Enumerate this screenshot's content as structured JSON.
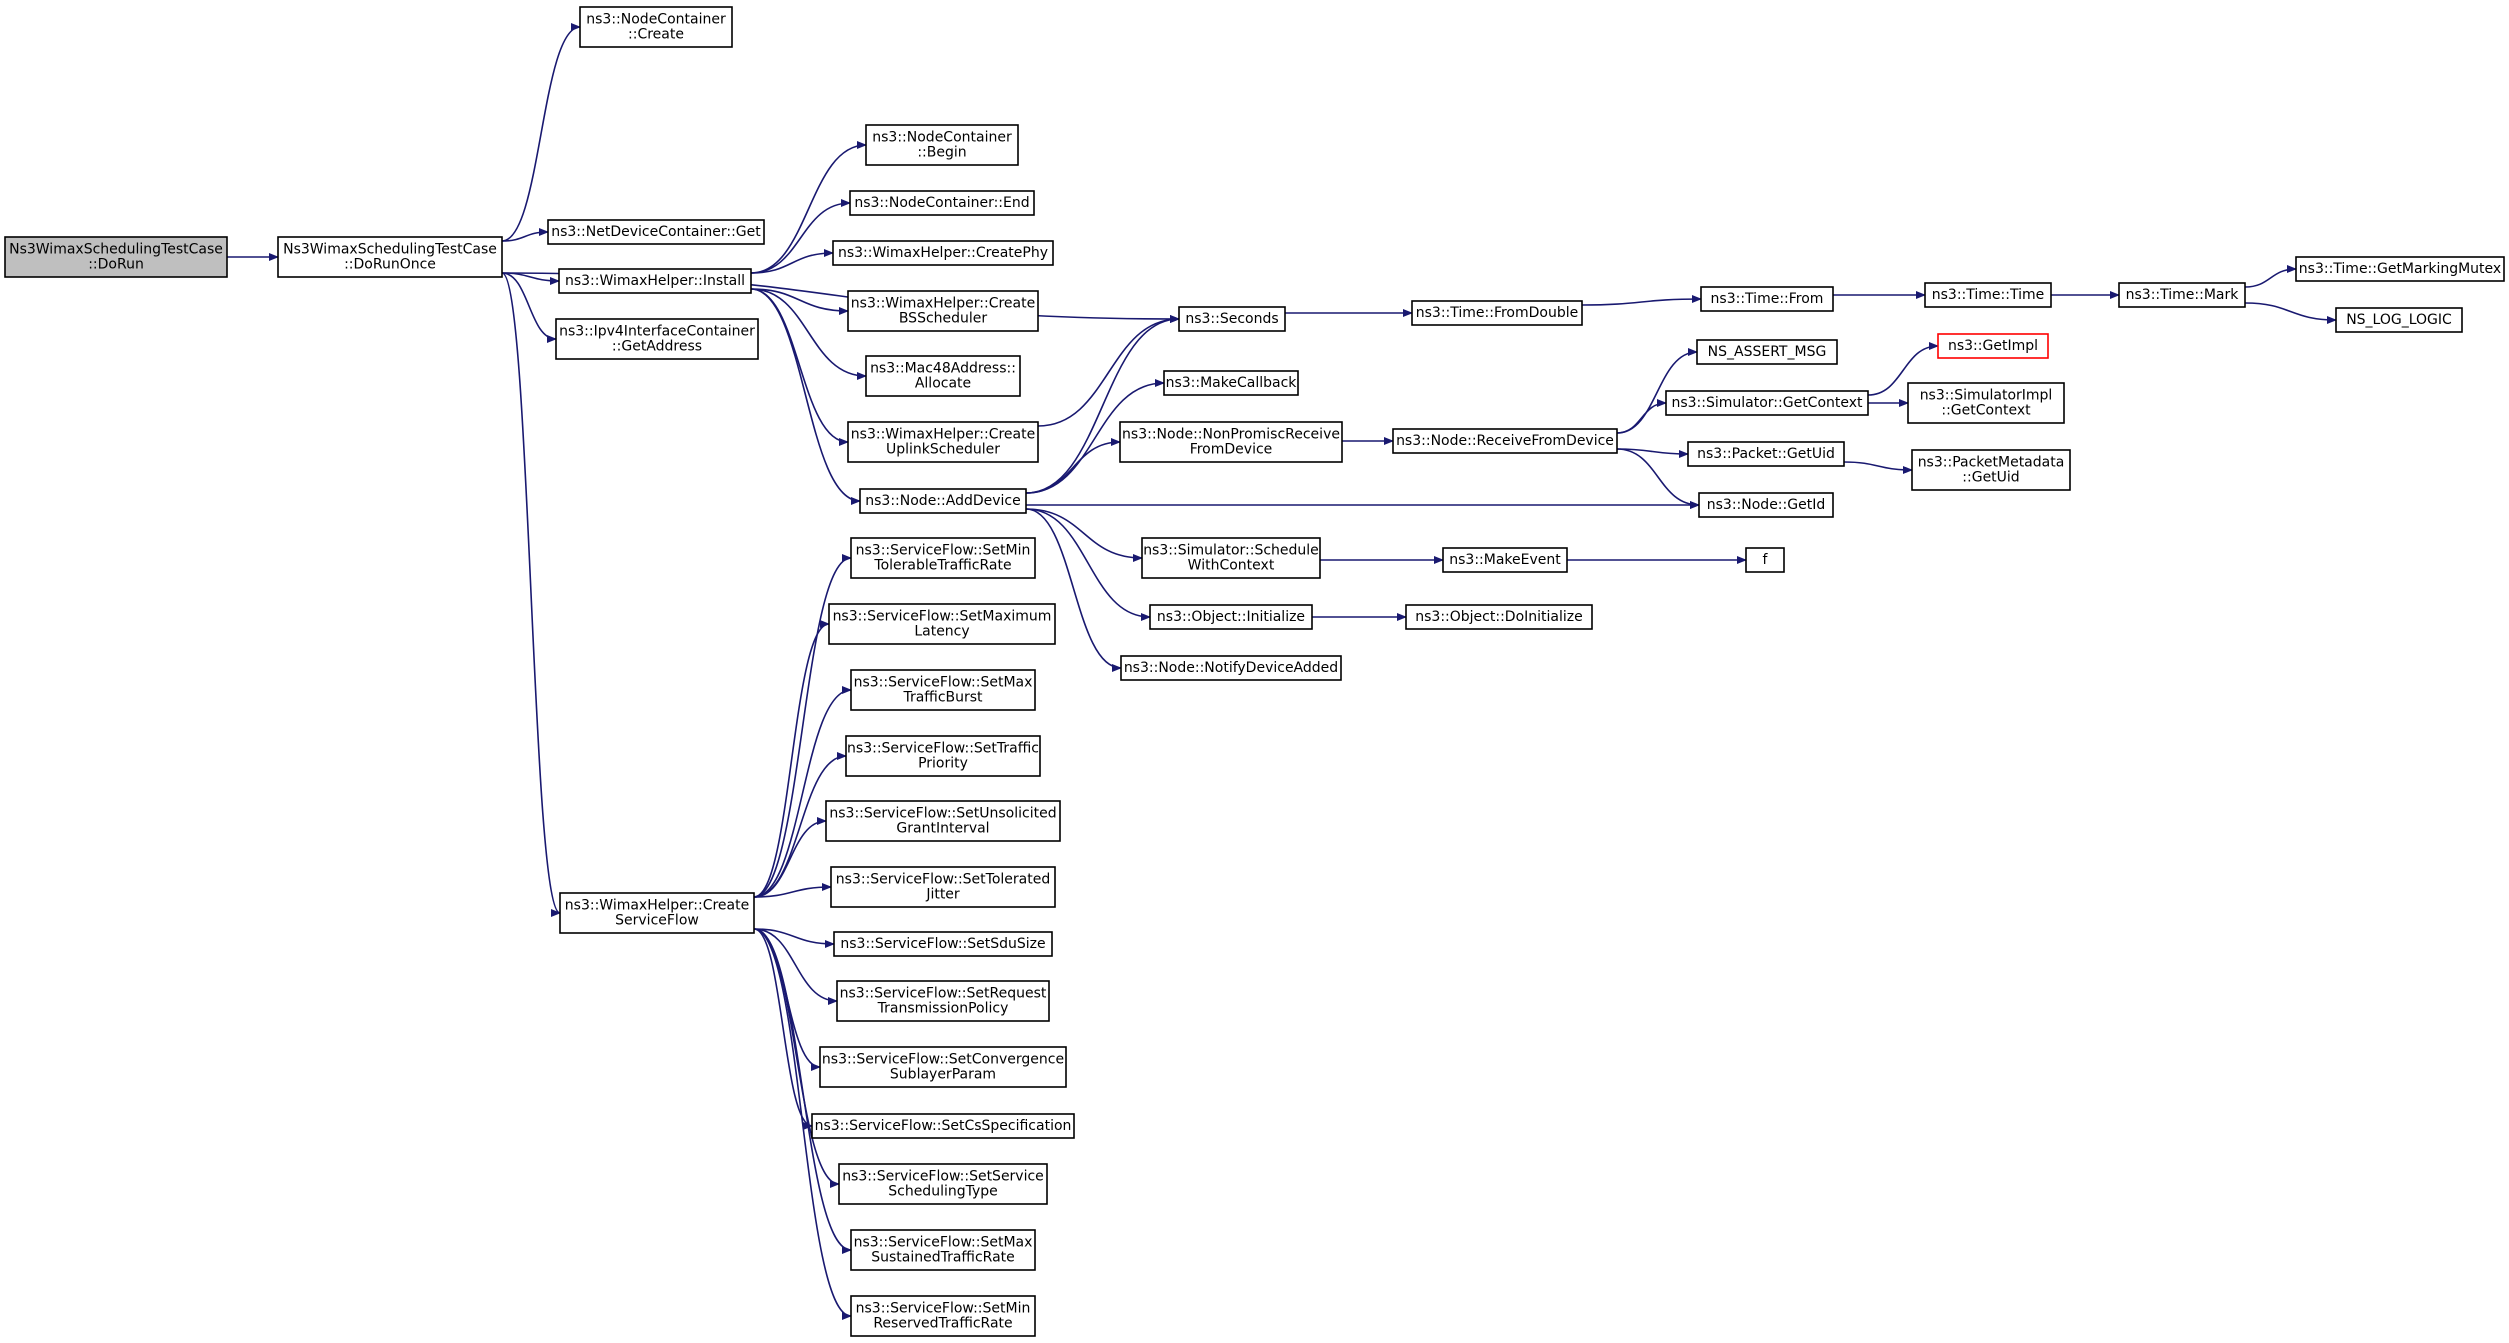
{
  "edge_color": "#191970",
  "root_fill": "#bfbfbf",
  "missing_border": "#ff0000",
  "nodes": [
    {
      "id": "dorun",
      "lines": [
        "Ns3WimaxSchedulingTestCase",
        "::DoRun"
      ],
      "kind": "root"
    },
    {
      "id": "doruncnce",
      "lines": [
        "Ns3WimaxSchedulingTestCase",
        "::DoRunOnce"
      ]
    },
    {
      "id": "nc_create",
      "lines": [
        "ns3::NodeContainer",
        "::Create"
      ]
    },
    {
      "id": "ndc_get",
      "lines": [
        "ns3::NetDeviceContainer::Get"
      ]
    },
    {
      "id": "wh_install",
      "lines": [
        "ns3::WimaxHelper::Install"
      ]
    },
    {
      "id": "ipv4_getaddr",
      "lines": [
        "ns3::Ipv4InterfaceContainer",
        "::GetAddress"
      ]
    },
    {
      "id": "wh_create_sf",
      "lines": [
        "ns3::WimaxHelper::Create",
        "ServiceFlow"
      ]
    },
    {
      "id": "nc_begin",
      "lines": [
        "ns3::NodeContainer",
        "::Begin"
      ]
    },
    {
      "id": "nc_end",
      "lines": [
        "ns3::NodeContainer::End"
      ]
    },
    {
      "id": "wh_createphy",
      "lines": [
        "ns3::WimaxHelper::CreatePhy"
      ]
    },
    {
      "id": "wh_createbs",
      "lines": [
        "ns3::WimaxHelper::Create",
        "BSScheduler"
      ]
    },
    {
      "id": "mac48_alloc",
      "lines": [
        "ns3::Mac48Address::",
        "Allocate"
      ]
    },
    {
      "id": "wh_createul",
      "lines": [
        "ns3::WimaxHelper::Create",
        "UplinkScheduler"
      ]
    },
    {
      "id": "node_adddev",
      "lines": [
        "ns3::Node::AddDevice"
      ]
    },
    {
      "id": "seconds",
      "lines": [
        "ns3::Seconds"
      ]
    },
    {
      "id": "makecallback",
      "lines": [
        "ns3::MakeCallback"
      ]
    },
    {
      "id": "node_nonpromisc",
      "lines": [
        "ns3::Node::NonPromiscReceive",
        "FromDevice"
      ]
    },
    {
      "id": "sim_schedule",
      "lines": [
        "ns3::Simulator::Schedule",
        "WithContext"
      ]
    },
    {
      "id": "obj_init",
      "lines": [
        "ns3::Object::Initialize"
      ]
    },
    {
      "id": "node_notify",
      "lines": [
        "ns3::Node::NotifyDeviceAdded"
      ]
    },
    {
      "id": "time_fromdouble",
      "lines": [
        "ns3::Time::FromDouble"
      ]
    },
    {
      "id": "time_from",
      "lines": [
        "ns3::Time::From"
      ]
    },
    {
      "id": "time_time",
      "lines": [
        "ns3::Time::Time"
      ]
    },
    {
      "id": "time_mark",
      "lines": [
        "ns3::Time::Mark"
      ]
    },
    {
      "id": "time_getmutex",
      "lines": [
        "ns3::Time::GetMarkingMutex"
      ]
    },
    {
      "id": "ns_log_logic",
      "lines": [
        "NS_LOG_LOGIC"
      ]
    },
    {
      "id": "node_recvfromdev",
      "lines": [
        "ns3::Node::ReceiveFromDevice"
      ]
    },
    {
      "id": "ns_assert_msg",
      "lines": [
        "NS_ASSERT_MSG"
      ]
    },
    {
      "id": "sim_getcontext",
      "lines": [
        "ns3::Simulator::GetContext"
      ]
    },
    {
      "id": "getimpl",
      "lines": [
        "ns3::GetImpl"
      ],
      "kind": "red"
    },
    {
      "id": "simimpl_getcontext",
      "lines": [
        "ns3::SimulatorImpl",
        "::GetContext"
      ]
    },
    {
      "id": "packet_getuid",
      "lines": [
        "ns3::Packet::GetUid"
      ]
    },
    {
      "id": "pktmeta_getuid",
      "lines": [
        "ns3::PacketMetadata",
        "::GetUid"
      ]
    },
    {
      "id": "node_getid",
      "lines": [
        "ns3::Node::GetId"
      ]
    },
    {
      "id": "makeevent",
      "lines": [
        "ns3::MakeEvent"
      ]
    },
    {
      "id": "f",
      "lines": [
        "f"
      ]
    },
    {
      "id": "obj_doinit",
      "lines": [
        "ns3::Object::DoInitialize"
      ]
    },
    {
      "id": "sf_setmintol",
      "lines": [
        "ns3::ServiceFlow::SetMin",
        "TolerableTrafficRate"
      ]
    },
    {
      "id": "sf_setmaxlat",
      "lines": [
        "ns3::ServiceFlow::SetMaximum",
        "Latency"
      ]
    },
    {
      "id": "sf_setmaxburst",
      "lines": [
        "ns3::ServiceFlow::SetMax",
        "TrafficBurst"
      ]
    },
    {
      "id": "sf_setprio",
      "lines": [
        "ns3::ServiceFlow::SetTraffic",
        "Priority"
      ]
    },
    {
      "id": "sf_setugi",
      "lines": [
        "ns3::ServiceFlow::SetUnsolicited",
        "GrantInterval"
      ]
    },
    {
      "id": "sf_setjitter",
      "lines": [
        "ns3::ServiceFlow::SetTolerated",
        "Jitter"
      ]
    },
    {
      "id": "sf_setsdu",
      "lines": [
        "ns3::ServiceFlow::SetSduSize"
      ]
    },
    {
      "id": "sf_setreqtx",
      "lines": [
        "ns3::ServiceFlow::SetRequest",
        "TransmissionPolicy"
      ]
    },
    {
      "id": "sf_setconv",
      "lines": [
        "ns3::ServiceFlow::SetConvergence",
        "SublayerParam"
      ]
    },
    {
      "id": "sf_setcs",
      "lines": [
        "ns3::ServiceFlow::SetCsSpecification"
      ]
    },
    {
      "id": "sf_setsched",
      "lines": [
        "ns3::ServiceFlow::SetService",
        "SchedulingType"
      ]
    },
    {
      "id": "sf_setmaxsust",
      "lines": [
        "ns3::ServiceFlow::SetMax",
        "SustainedTrafficRate"
      ]
    },
    {
      "id": "sf_setminres",
      "lines": [
        "ns3::ServiceFlow::SetMin",
        "ReservedTrafficRate"
      ]
    }
  ],
  "edges": [
    [
      "dorun",
      "doruncnce"
    ],
    [
      "doruncnce",
      "nc_create"
    ],
    [
      "doruncnce",
      "seconds"
    ],
    [
      "doruncnce",
      "ndc_get"
    ],
    [
      "doruncnce",
      "wh_install"
    ],
    [
      "doruncnce",
      "ipv4_getaddr"
    ],
    [
      "doruncnce",
      "wh_create_sf"
    ],
    [
      "wh_install",
      "nc_begin"
    ],
    [
      "wh_install",
      "nc_end"
    ],
    [
      "wh_install",
      "wh_createphy"
    ],
    [
      "wh_install",
      "wh_createbs"
    ],
    [
      "wh_install",
      "mac48_alloc"
    ],
    [
      "wh_install",
      "wh_createul"
    ],
    [
      "wh_install",
      "node_adddev"
    ],
    [
      "wh_createul",
      "seconds"
    ],
    [
      "node_adddev",
      "seconds"
    ],
    [
      "node_adddev",
      "makecallback"
    ],
    [
      "node_adddev",
      "node_nonpromisc"
    ],
    [
      "node_adddev",
      "node_getid"
    ],
    [
      "node_adddev",
      "sim_schedule"
    ],
    [
      "node_adddev",
      "obj_init"
    ],
    [
      "node_adddev",
      "node_notify"
    ],
    [
      "seconds",
      "time_fromdouble"
    ],
    [
      "time_fromdouble",
      "time_from"
    ],
    [
      "time_from",
      "time_time"
    ],
    [
      "time_time",
      "time_mark"
    ],
    [
      "time_mark",
      "time_getmutex"
    ],
    [
      "time_mark",
      "ns_log_logic"
    ],
    [
      "node_nonpromisc",
      "node_recvfromdev"
    ],
    [
      "node_recvfromdev",
      "ns_assert_msg"
    ],
    [
      "node_recvfromdev",
      "sim_getcontext"
    ],
    [
      "node_recvfromdev",
      "packet_getuid"
    ],
    [
      "node_recvfromdev",
      "node_getid"
    ],
    [
      "sim_getcontext",
      "getimpl"
    ],
    [
      "sim_getcontext",
      "simimpl_getcontext"
    ],
    [
      "packet_getuid",
      "pktmeta_getuid"
    ],
    [
      "sim_schedule",
      "makeevent"
    ],
    [
      "makeevent",
      "f"
    ],
    [
      "obj_init",
      "obj_doinit"
    ],
    [
      "wh_create_sf",
      "sf_setmintol"
    ],
    [
      "wh_create_sf",
      "sf_setmaxlat"
    ],
    [
      "wh_create_sf",
      "sf_setmaxburst"
    ],
    [
      "wh_create_sf",
      "sf_setprio"
    ],
    [
      "wh_create_sf",
      "sf_setugi"
    ],
    [
      "wh_create_sf",
      "sf_setjitter"
    ],
    [
      "wh_create_sf",
      "sf_setsdu"
    ],
    [
      "wh_create_sf",
      "sf_setreqtx"
    ],
    [
      "wh_create_sf",
      "sf_setconv"
    ],
    [
      "wh_create_sf",
      "sf_setcs"
    ],
    [
      "wh_create_sf",
      "sf_setsched"
    ],
    [
      "wh_create_sf",
      "sf_setmaxsust"
    ],
    [
      "wh_create_sf",
      "sf_setminres"
    ]
  ]
}
